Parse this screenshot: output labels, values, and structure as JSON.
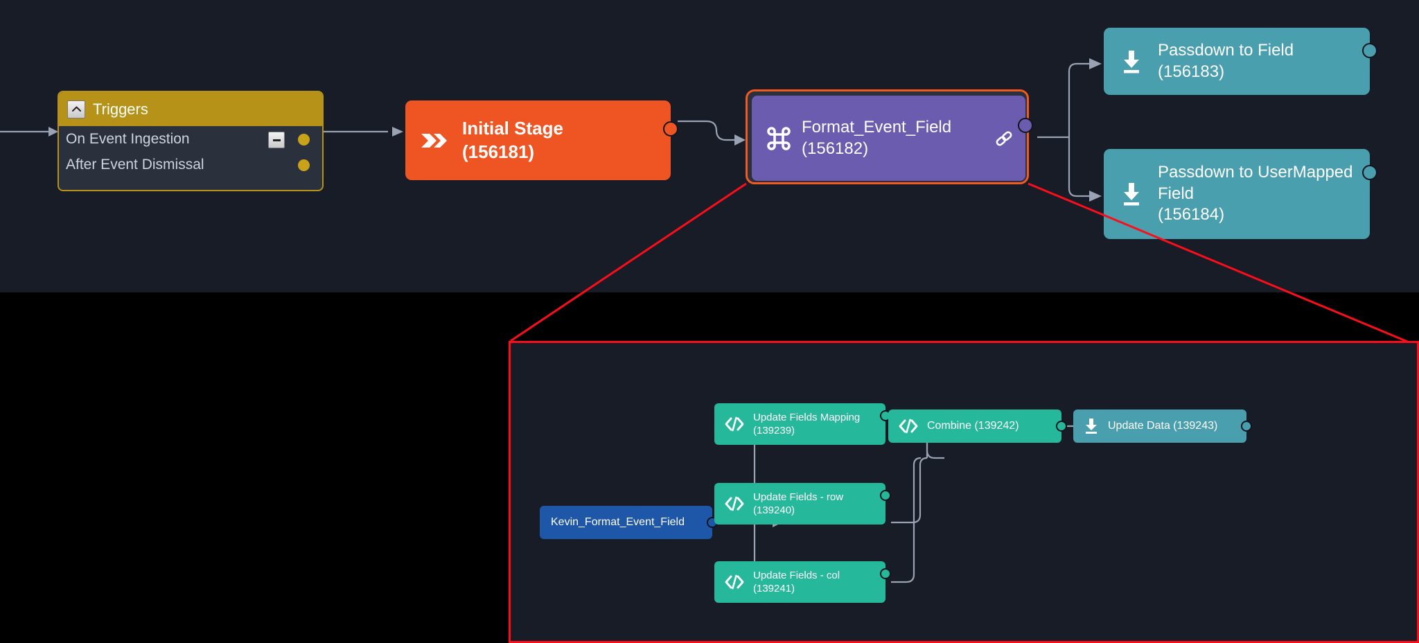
{
  "canvas": {
    "background": "#181c26",
    "selection_color": "#f4591f",
    "callout_color": "#fb0d1b"
  },
  "triggers_group": {
    "title": "Triggers",
    "collapse_icon": "chevron-up-icon",
    "header_color": "#b69318",
    "rows": [
      {
        "label": "On Event Ingestion",
        "has_minus": true,
        "minus_icon": "minus-icon",
        "dot_color": "#c9a21a"
      },
      {
        "label": "After Event Dismissal",
        "has_minus": false,
        "minus_icon": "",
        "dot_color": "#c9a21a"
      }
    ]
  },
  "top_nodes": [
    {
      "id": "initial-stage",
      "name": "Initial Stage",
      "ref": "(156181)",
      "icon": "double-chevron-icon",
      "color": "#ee5522",
      "selected": false
    },
    {
      "id": "format-event-field",
      "name": "Format_Event_Field",
      "ref": "(156182)",
      "icon": "command-icon",
      "badge_icon": "link-icon",
      "color": "#6b5cb0",
      "selected": true
    },
    {
      "id": "passdown-to-field",
      "name": "Passdown to Field",
      "ref": "(156183)",
      "icon": "download-icon",
      "color": "#4a9fae",
      "selected": false
    },
    {
      "id": "passdown-to-usermapped-field",
      "name": "Passdown to UserMapped Field",
      "ref": "(156184)",
      "icon": "download-icon",
      "color": "#4a9fae",
      "selected": false
    }
  ],
  "detail_panel": {
    "source_node": {
      "id": "kevin-format-event-field",
      "name": "Kevin_Format_Event_Field",
      "color": "#1e56a8"
    },
    "nodes": [
      {
        "id": "update-fields-mapping",
        "name": "Update Fields Mapping",
        "ref": "(139239)",
        "icon": "code-icon",
        "color": "#26b89a"
      },
      {
        "id": "update-fields-row",
        "name": "Update Fields - row",
        "ref": "(139240)",
        "icon": "code-icon",
        "color": "#26b89a"
      },
      {
        "id": "update-fields-col",
        "name": "Update Fields - col",
        "ref": "(139241)",
        "icon": "code-icon",
        "color": "#26b89a"
      },
      {
        "id": "combine",
        "name": "Combine (139242)",
        "icon": "code-icon",
        "color": "#26b89a"
      },
      {
        "id": "update-data",
        "name": "Update Data (139243)",
        "icon": "download-icon",
        "color": "#4a9fae"
      }
    ]
  }
}
